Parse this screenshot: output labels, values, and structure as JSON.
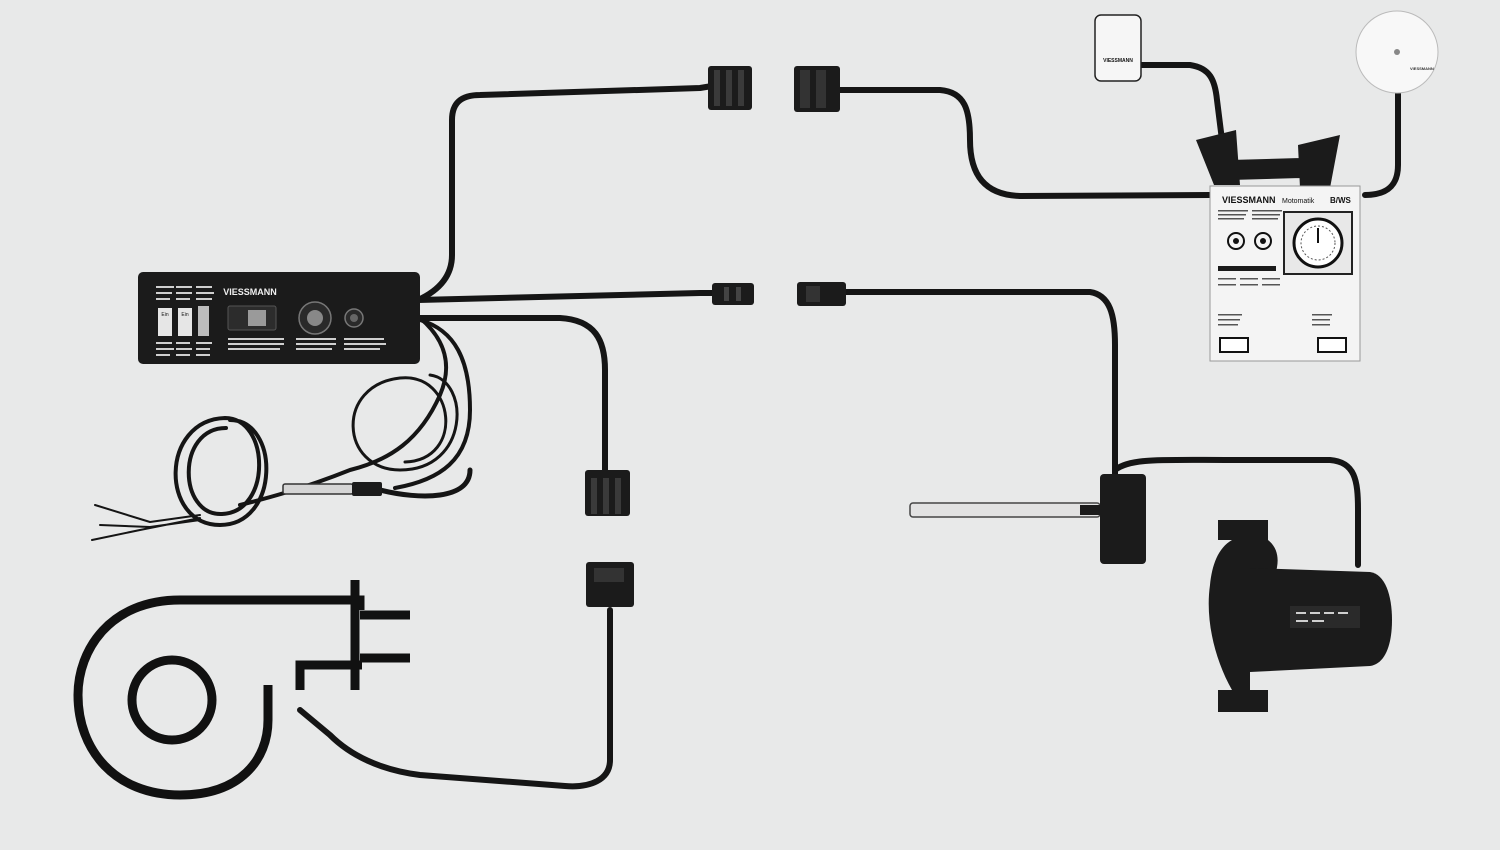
{
  "colors": {
    "background": "#e8e9e9",
    "cable": "#151515",
    "device_light": "#f4f4f4",
    "device_dark": "#1b1b1b"
  },
  "control_panel": {
    "brand": "VIESSMANN",
    "switch_labels": [
      "Ein",
      "Ein"
    ]
  },
  "controller_box": {
    "brand": "VIESSMANN",
    "model_name": "Motomatik",
    "model_code": "B/WS"
  },
  "outdoor_sensor": {
    "brand": "VIESSMANN"
  },
  "room_sensor": {
    "brand": "VIESSMANN"
  }
}
